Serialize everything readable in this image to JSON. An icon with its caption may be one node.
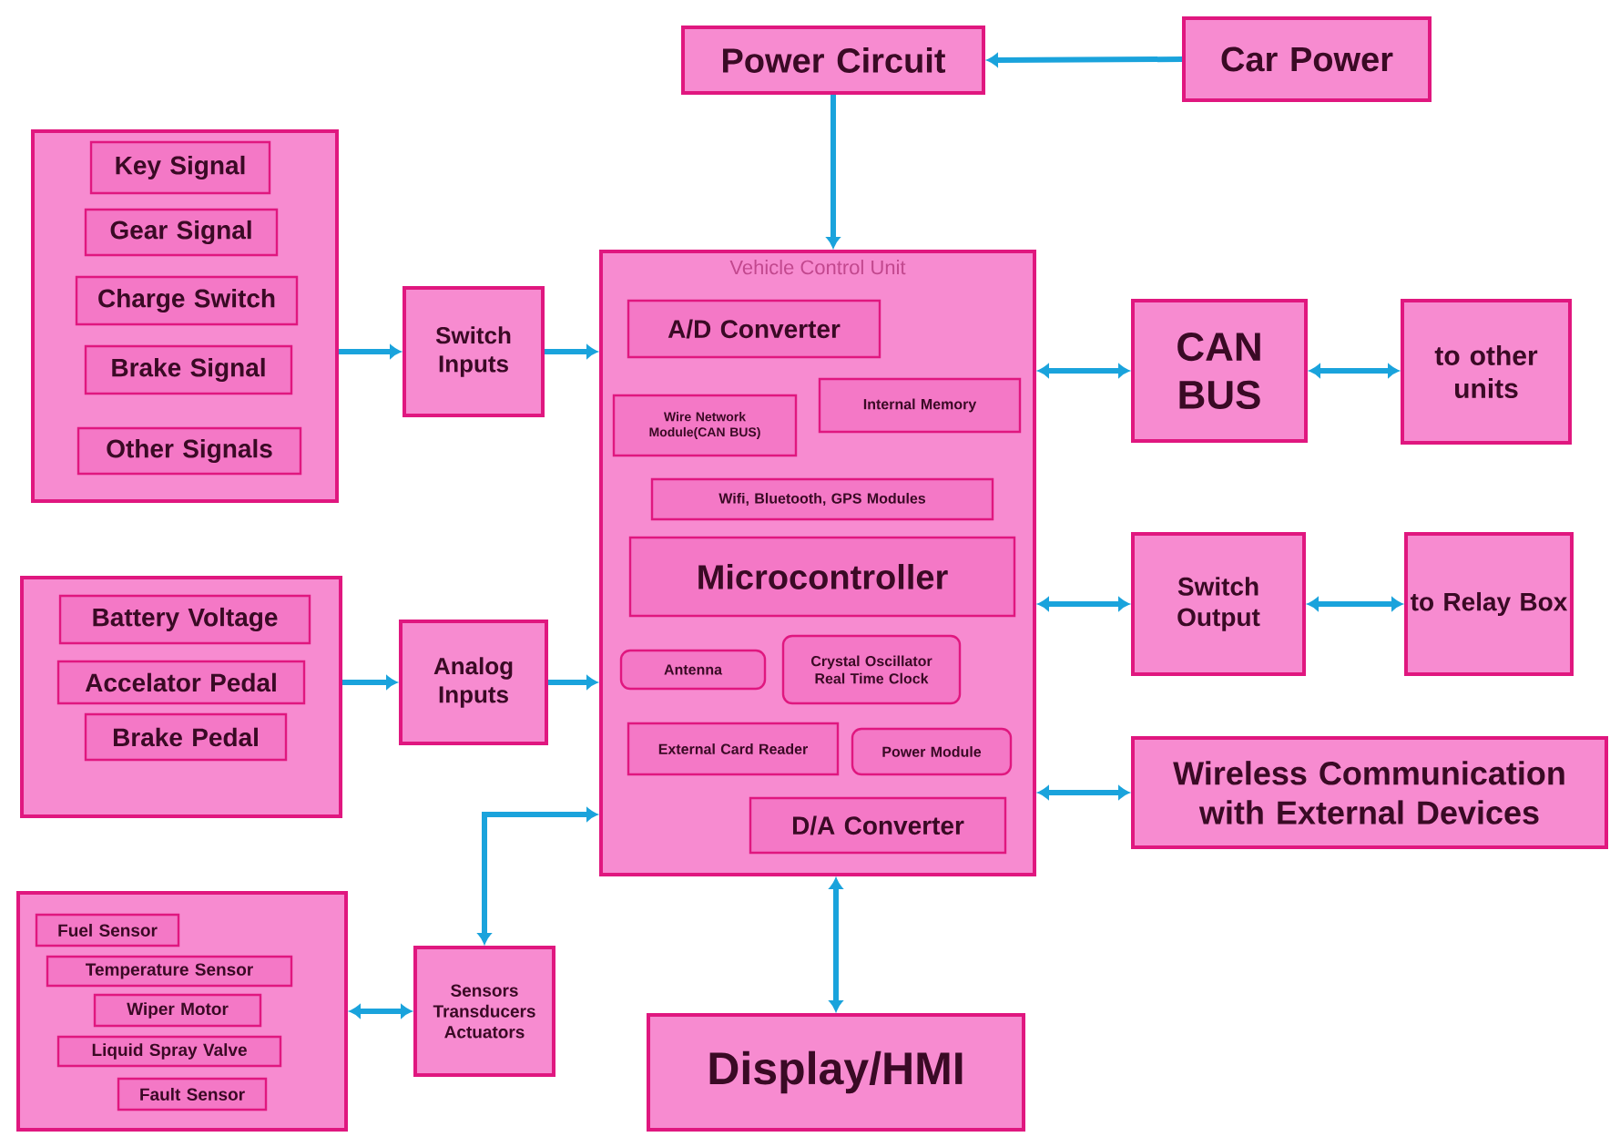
{
  "diagram": {
    "nodes": [
      {
        "text": [
          "Power Circuit"
        ]
      },
      {
        "text": [
          "Car Power"
        ]
      },
      {
        "text": [],
        "shape": "box"
      },
      {
        "text": [
          "Key Signal"
        ],
        "in": 2
      },
      {
        "text": [
          "Gear Signal"
        ],
        "in": 2
      },
      {
        "text": [
          "Charge Switch"
        ],
        "in": 2
      },
      {
        "text": [
          "Brake Signal"
        ],
        "in": 2
      },
      {
        "text": [
          "Other Signals"
        ],
        "in": 2
      },
      {
        "text": [
          "Switch Inputs"
        ]
      },
      {
        "text": [
          "Vehicle Control Unit"
        ]
      },
      {
        "text": [
          "A/D Converter"
        ],
        "in": 9
      },
      {
        "text": [
          "Wire Network Module(CAN BUS)"
        ],
        "in": 9
      },
      {
        "text": [
          "Internal Memory"
        ],
        "in": 9
      },
      {
        "text": [
          "Wifi, Bluetooth, GPS Modules"
        ],
        "in": 9
      },
      {
        "text": [
          "Microcontroller"
        ],
        "in": 9
      },
      {
        "text": [
          "Antenna"
        ],
        "in": 9
      },
      {
        "text": [
          "Crystal Oscillator Real Time Clock"
        ],
        "in": 9
      },
      {
        "text": [
          "External Card Reader"
        ],
        "in": 9
      },
      {
        "text": [
          "Power Module"
        ],
        "in": 9
      },
      {
        "text": [
          "D/A Converter"
        ],
        "in": 9
      },
      {
        "text": [
          "CAN BUS"
        ]
      },
      {
        "text": [
          "to other units"
        ]
      },
      {
        "text": [
          "Switch Output"
        ]
      },
      {
        "text": [
          "to Relay Box"
        ]
      },
      {
        "text": [
          "Wireless Communication with External Devices"
        ]
      },
      {
        "text": [],
        "shape": "box"
      },
      {
        "text": [
          "Battery Voltage"
        ],
        "in": 25
      },
      {
        "text": [
          "Accelator Pedal"
        ],
        "in": 25
      },
      {
        "text": [
          "Brake Pedal"
        ],
        "in": 25
      },
      {
        "text": [
          "Analog Inputs"
        ]
      },
      {
        "text": [],
        "shape": "box"
      },
      {
        "text": [
          "Fuel Sensor"
        ],
        "in": 30
      },
      {
        "text": [
          "Temperature Sensor"
        ],
        "in": 30
      },
      {
        "text": [
          "Wiper Motor"
        ],
        "in": 30
      },
      {
        "text": [
          "Liquid Spray Valve"
        ],
        "in": 30
      },
      {
        "text": [
          "Fault Sensor"
        ],
        "in": 30
      },
      {
        "text": [
          "Sensors Transducers Actuators"
        ]
      },
      {
        "text": [
          "Display/HMI"
        ]
      }
    ],
    "edges": [
      {
        "from": 1,
        "to": 0,
        "arrow": "to"
      },
      {
        "from": 0,
        "to": 9,
        "arrow": "to"
      },
      {
        "from": 2,
        "to": 8,
        "arrow": "to"
      },
      {
        "from": 8,
        "to": 9,
        "arrow": "to"
      },
      {
        "from": 25,
        "to": 29,
        "arrow": "to"
      },
      {
        "from": 29,
        "to": 9,
        "arrow": "to"
      },
      {
        "from": 36,
        "to": 9,
        "arrow": "both"
      },
      {
        "from": 36,
        "to": 30,
        "arrow": "both"
      },
      {
        "from": 9,
        "to": 20,
        "arrow": "both"
      },
      {
        "from": 20,
        "to": 21,
        "arrow": "both"
      },
      {
        "from": 9,
        "to": 22,
        "arrow": "both"
      },
      {
        "from": 22,
        "to": 23,
        "arrow": "both"
      },
      {
        "from": 9,
        "to": 24,
        "arrow": "both"
      },
      {
        "from": 9,
        "to": 37,
        "arrow": "both"
      }
    ]
  }
}
